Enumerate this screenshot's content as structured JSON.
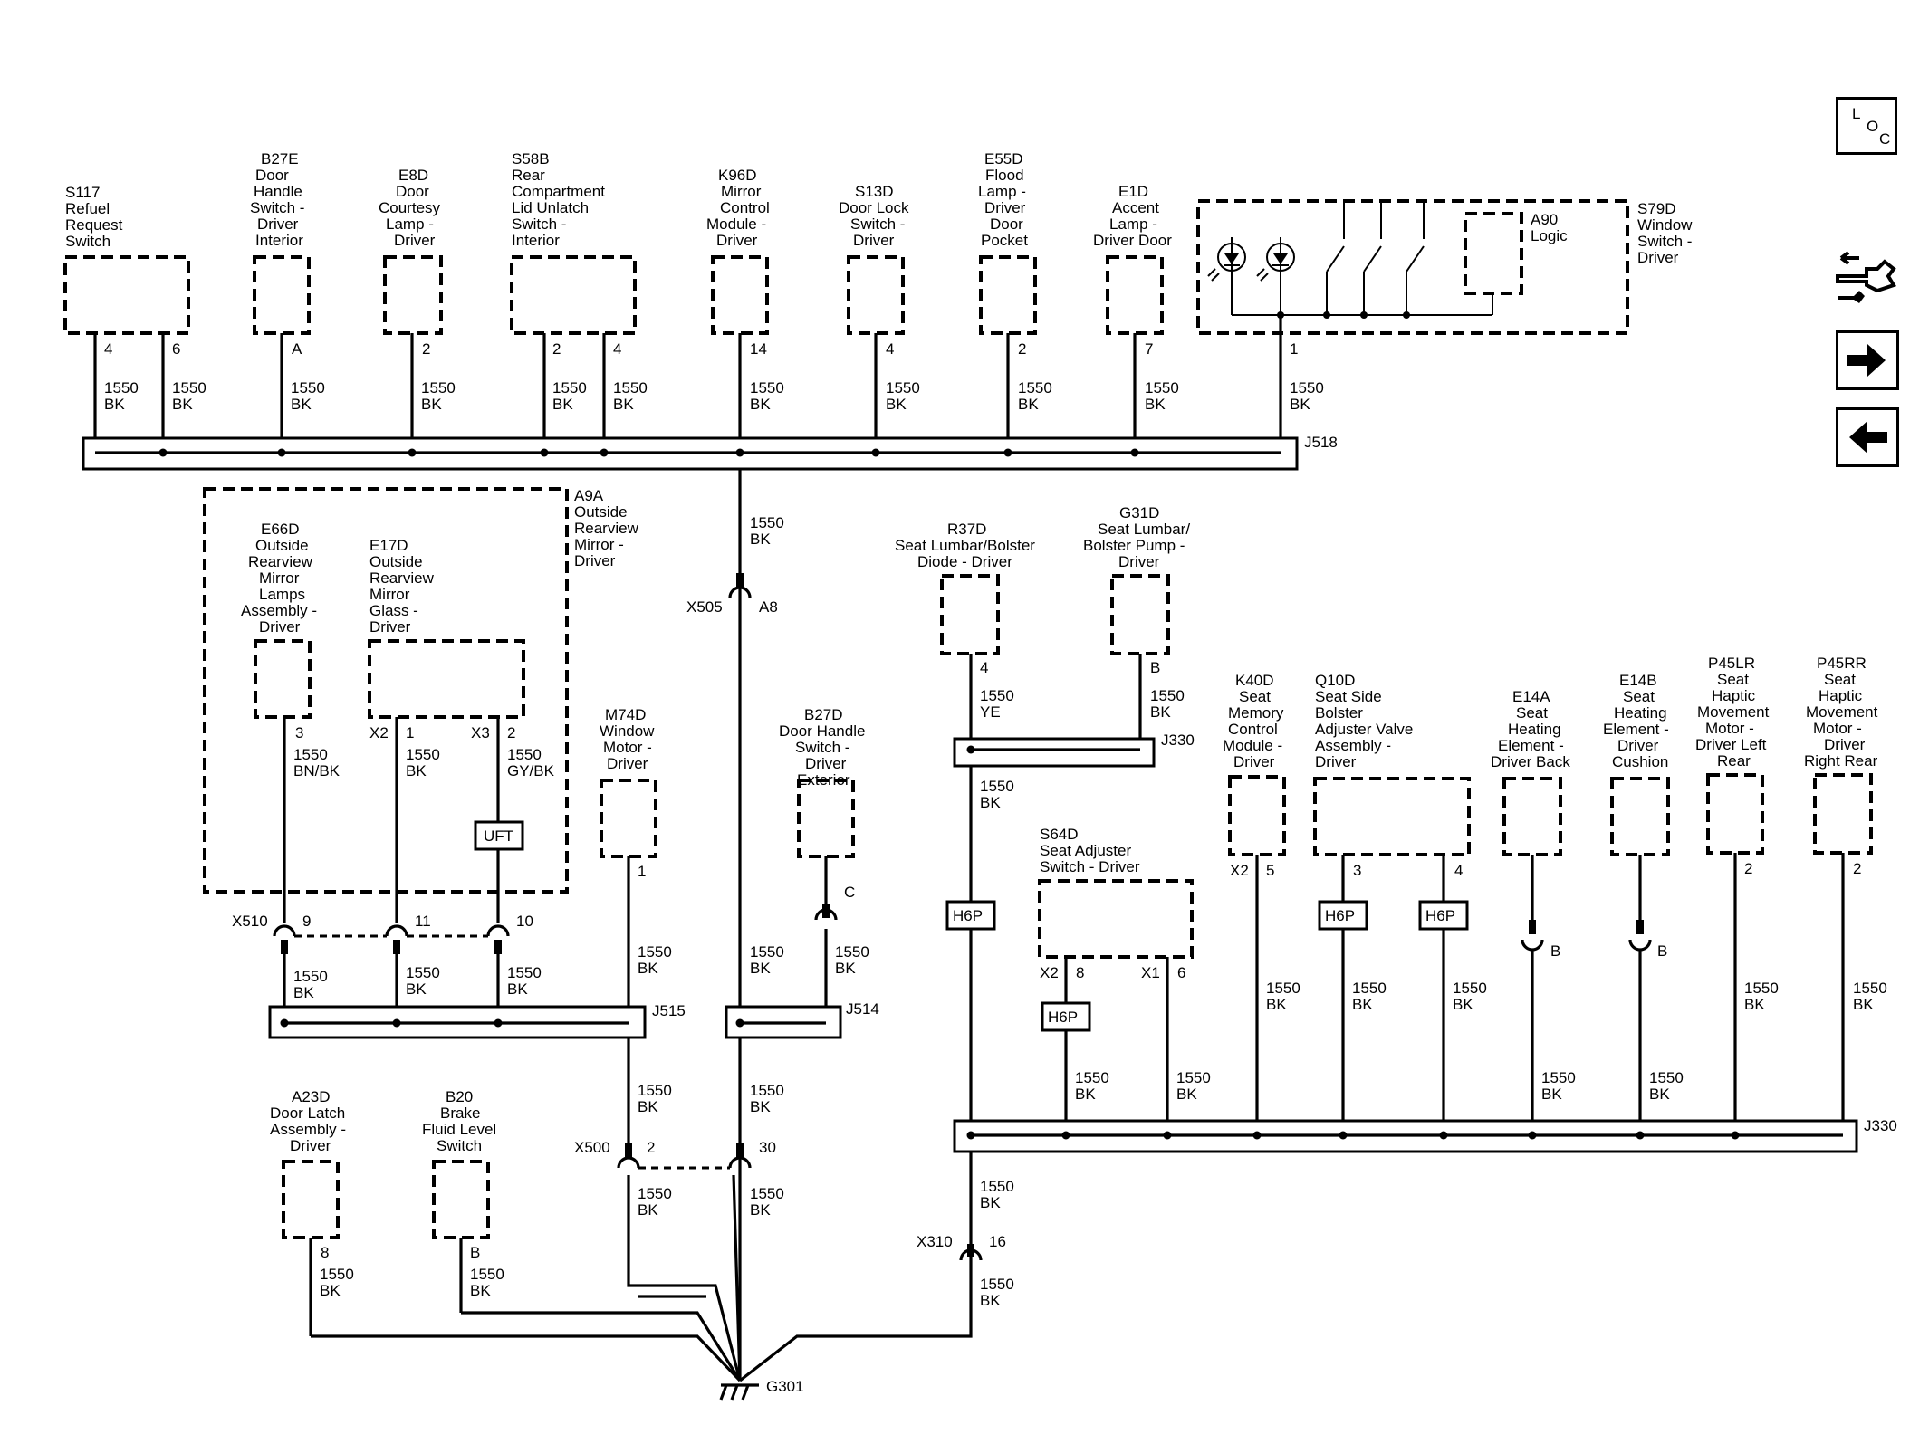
{
  "nav": {
    "loc_letters": [
      "L",
      "O",
      "C"
    ]
  },
  "wire": {
    "size": "1550"
  },
  "components": [
    {
      "id": "S117",
      "lines": [
        "S117",
        "Refuel",
        "Request",
        "Switch"
      ],
      "pins": [
        "4",
        "6"
      ]
    },
    {
      "id": "B27E",
      "lines": [
        "B27E",
        "Door",
        "Handle",
        "Switch -",
        "Driver",
        "Interior"
      ],
      "pins": [
        "A"
      ]
    },
    {
      "id": "E8D",
      "lines": [
        "E8D",
        "Door",
        "Courtesy",
        "Lamp -",
        "Driver"
      ],
      "pins": [
        "2"
      ]
    },
    {
      "id": "S58B",
      "lines": [
        "S58B",
        "Rear",
        "Compartment",
        "Lid Unlatch",
        "Switch -",
        "Interior"
      ],
      "pins": [
        "2",
        "4"
      ]
    },
    {
      "id": "K96D",
      "lines": [
        "K96D",
        "Mirror",
        "Control",
        "Module -",
        "Driver"
      ],
      "pins": [
        "14"
      ]
    },
    {
      "id": "S13D",
      "lines": [
        "S13D",
        "Door Lock",
        "Switch -",
        "Driver"
      ],
      "pins": [
        "4"
      ]
    },
    {
      "id": "E55D",
      "lines": [
        "E55D",
        "Flood",
        "Lamp -",
        "Driver",
        "Door",
        "Pocket"
      ],
      "pins": [
        "2"
      ]
    },
    {
      "id": "E1D",
      "lines": [
        "E1D",
        "Accent",
        "Lamp -",
        "Driver Door"
      ],
      "pins": [
        "7"
      ]
    },
    {
      "id": "S79D",
      "lines": [
        "S79D",
        "Window",
        "Switch -",
        "Driver"
      ],
      "pins": [
        "1"
      ]
    },
    {
      "id": "A90",
      "lines": [
        "A90",
        "Logic"
      ]
    },
    {
      "id": "A9A",
      "lines": [
        "A9A",
        "Outside",
        "Rearview",
        "Mirror -",
        "Driver"
      ]
    },
    {
      "id": "E66D",
      "lines": [
        "E66D",
        "Outside",
        "Rearview",
        "Mirror",
        "Lamps",
        "Assembly -",
        "Driver"
      ],
      "pins": [
        "3"
      ]
    },
    {
      "id": "E17D",
      "lines": [
        "E17D",
        "Outside",
        "Rearview",
        "Mirror",
        "Glass -",
        "Driver"
      ],
      "pins": [
        "X2",
        "1",
        "X3",
        "2"
      ]
    },
    {
      "id": "M74D",
      "lines": [
        "M74D",
        "Window",
        "Motor -",
        "Driver"
      ],
      "pins": [
        "1"
      ]
    },
    {
      "id": "B27D",
      "lines": [
        "B27D",
        "Door Handle",
        "Switch -",
        "Driver",
        "Exterior"
      ],
      "pins": [
        "C"
      ]
    },
    {
      "id": "R37D",
      "lines": [
        "R37D",
        "Seat Lumbar/Bolster",
        "Diode - Driver"
      ],
      "pins": [
        "4"
      ]
    },
    {
      "id": "G31D",
      "lines": [
        "G31D",
        "Seat Lumbar/",
        "Bolster Pump -",
        "Driver"
      ],
      "pins": [
        "B"
      ]
    },
    {
      "id": "S64D",
      "lines": [
        "S64D",
        "Seat Adjuster",
        "Switch - Driver"
      ],
      "pins": [
        "X2",
        "8",
        "X1",
        "6"
      ]
    },
    {
      "id": "K40D",
      "lines": [
        "K40D",
        "Seat",
        "Memory",
        "Control",
        "Module -",
        "Driver"
      ],
      "pins": [
        "X2",
        "5"
      ]
    },
    {
      "id": "Q10D",
      "lines": [
        "Q10D",
        "Seat Side",
        "Bolster",
        "Adjuster Valve",
        "Assembly -",
        "Driver"
      ],
      "pins": [
        "3",
        "4"
      ]
    },
    {
      "id": "E14A",
      "lines": [
        "E14A",
        "Seat",
        "Heating",
        "Element -",
        "Driver Back"
      ],
      "pins": [
        "B"
      ]
    },
    {
      "id": "E14B",
      "lines": [
        "E14B",
        "Seat",
        "Heating",
        "Element -",
        "Driver",
        "Cushion"
      ],
      "pins": [
        "B"
      ]
    },
    {
      "id": "P45LR",
      "lines": [
        "P45LR",
        "Seat",
        "Haptic",
        "Movement",
        "Motor -",
        "Driver Left",
        "Rear"
      ],
      "pins": [
        "2"
      ]
    },
    {
      "id": "P45RR",
      "lines": [
        "P45RR",
        "Seat",
        "Haptic",
        "Movement",
        "Motor -",
        "Driver",
        "Right Rear"
      ],
      "pins": [
        "2"
      ]
    },
    {
      "id": "A23D",
      "lines": [
        "A23D",
        "Door Latch",
        "Assembly -",
        "Driver"
      ],
      "pins": [
        "8"
      ]
    },
    {
      "id": "B20",
      "lines": [
        "B20",
        "Brake",
        "Fluid Level",
        "Switch"
      ],
      "pins": [
        "B"
      ]
    }
  ],
  "splices": [
    "J518",
    "J515",
    "J514",
    "J330",
    "J330"
  ],
  "connectors": {
    "X505": {
      "name": "X505",
      "pin": "A8"
    },
    "X510": {
      "name": "X510",
      "pins": [
        "9",
        "11",
        "10"
      ]
    },
    "X500": {
      "name": "X500",
      "pins": [
        "2",
        "30"
      ]
    },
    "X310": {
      "name": "X310",
      "pin": "16"
    }
  },
  "ground": "G301",
  "wire_labels": [
    {
      "gauge": "1550",
      "color": "BK"
    },
    {
      "gauge": "1550",
      "color": "BN/BK"
    },
    {
      "gauge": "1550",
      "color": "GY/BK"
    },
    {
      "gauge": "1550",
      "color": "YE"
    }
  ],
  "tags": {
    "uft": "UFT",
    "h6p": "H6P"
  }
}
